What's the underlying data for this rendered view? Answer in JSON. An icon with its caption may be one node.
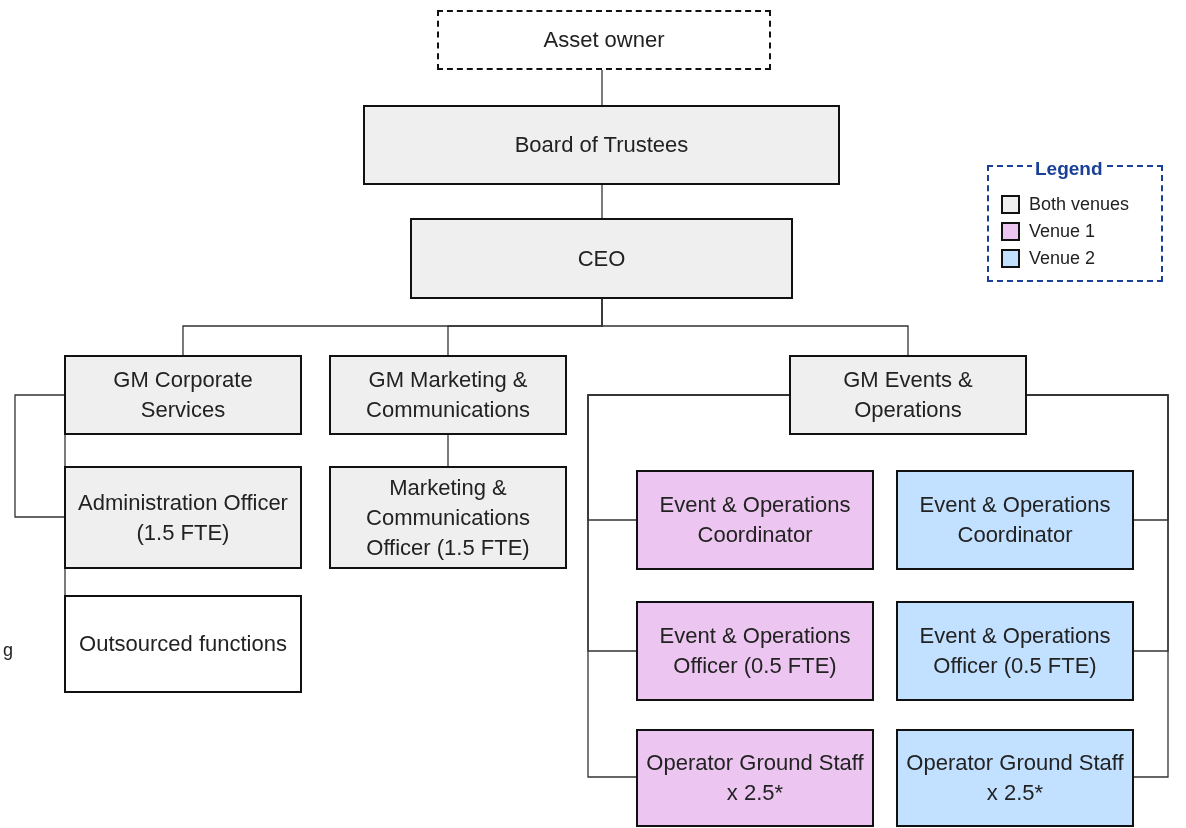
{
  "diagram": {
    "nodes": [
      {
        "text": [
          "Asset owner"
        ]
      },
      {
        "text": [
          "Board of Trustees"
        ]
      },
      {
        "text": [
          "CEO"
        ]
      },
      {
        "text": [
          "GM Corporate Services"
        ]
      },
      {
        "text": [
          "GM Marketing & Communications"
        ]
      },
      {
        "text": [
          "GM Events & Operations"
        ]
      },
      {
        "text": [
          "Administration Officer (1.5 FTE)"
        ]
      },
      {
        "text": [
          "Outsourced functions"
        ]
      },
      {
        "text": [
          "Marketing & Communications Officer (1.5 FTE)"
        ]
      },
      {
        "text": [
          "Event & Operations Coordinator"
        ]
      },
      {
        "text": [
          "Event & Operations Coordinator"
        ]
      },
      {
        "text": [
          "Event & Operations Officer (0.5 FTE)"
        ]
      },
      {
        "text": [
          "Event & Operations Officer (0.5 FTE)"
        ]
      },
      {
        "text": [
          "Operator Ground Staff x 2.5*"
        ]
      },
      {
        "text": [
          "Operator Ground Staff x 2.5*"
        ]
      }
    ],
    "edges": [
      {
        "from": 0,
        "to": 1,
        "arrow": "none"
      },
      {
        "from": 1,
        "to": 2,
        "arrow": "none"
      },
      {
        "from": 2,
        "to": 3,
        "arrow": "none"
      },
      {
        "from": 2,
        "to": 4,
        "arrow": "none"
      },
      {
        "from": 2,
        "to": 5,
        "arrow": "none"
      },
      {
        "from": 3,
        "to": 6,
        "arrow": "none"
      },
      {
        "from": 3,
        "to": 7,
        "arrow": "none"
      },
      {
        "from": 4,
        "to": 8,
        "arrow": "none"
      },
      {
        "from": 5,
        "to": 9,
        "arrow": "none"
      },
      {
        "from": 5,
        "to": 11,
        "arrow": "none"
      },
      {
        "from": 5,
        "to": 13,
        "arrow": "none"
      },
      {
        "from": 5,
        "to": 10,
        "arrow": "none"
      },
      {
        "from": 5,
        "to": 12,
        "arrow": "none"
      },
      {
        "from": 5,
        "to": 14,
        "arrow": "none"
      }
    ],
    "labels": [
      "Legend",
      "g"
    ],
    "legend": [
      {
        "text": "Both venues",
        "color": "#efefef"
      },
      {
        "text": "Venue 1",
        "color": "#ecc5f0"
      },
      {
        "text": "Venue 2",
        "color": "#c2e0ff"
      }
    ]
  }
}
